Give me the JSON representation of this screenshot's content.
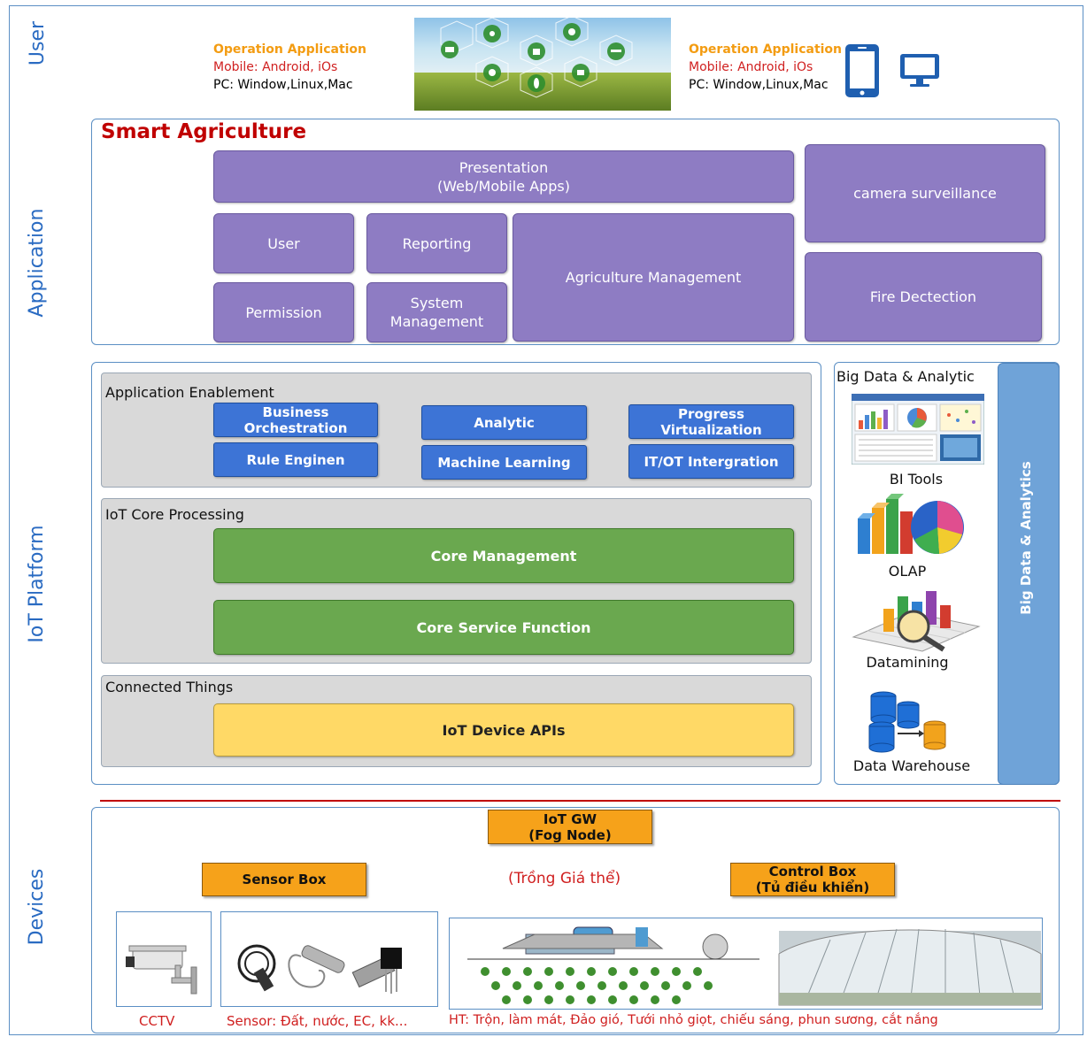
{
  "layers": {
    "user": "User",
    "application": "Application",
    "iot_platform": "IoT Platform",
    "devices": "Devices"
  },
  "user_layer": {
    "left": {
      "title": "Operation Application",
      "mobile": "Mobile: Android, iOs",
      "pc": "PC: Window,Linux,Mac"
    },
    "right": {
      "title": "Operation Application",
      "mobile": "Mobile: Android, iOs",
      "pc": "PC: Window,Linux,Mac"
    }
  },
  "application_layer": {
    "title": "Smart Agriculture",
    "presentation": "Presentation\n(Web/Mobile Apps)",
    "user": "User",
    "reporting": "Reporting",
    "permission": "Permission",
    "system_management": "System\nManagement",
    "agriculture_management": "Agriculture Management",
    "camera_surveillance": "camera surveillance",
    "fire_detection": "Fire Dectection"
  },
  "platform_layer": {
    "app_enablement": {
      "title": "Application Enablement",
      "business_orchestration": "Business\nOrchestration",
      "analytic": "Analytic",
      "progress_virtualization": "Progress\nVirtualization",
      "rule_engine": "Rule Enginen",
      "machine_learning": "Machine Learning",
      "it_ot_integration": "IT/OT Intergration"
    },
    "core_processing": {
      "title": "IoT Core Processing",
      "core_management": "Core Management",
      "core_service_function": "Core Service Function"
    },
    "connected_things": {
      "title": "Connected Things",
      "device_apis": "IoT Device APIs"
    },
    "big_data": {
      "title": "Big Data & Analytic",
      "side_label": "Big Data & Analytics",
      "bi_tools": "BI Tools",
      "olap": "OLAP",
      "datamining": "Datamining",
      "data_warehouse": "Data Warehouse"
    }
  },
  "devices_layer": {
    "iot_gw": "IoT GW\n(Fog Node)",
    "sensor_box": "Sensor Box",
    "planting_media": "(Trồng Giá thể)",
    "control_box": "Control Box\n(Tủ điều khiển)",
    "cctv": "CCTV",
    "sensor_caption": "Sensor: Đất, nước, EC, kk...",
    "system_caption": "HT: Trộn, làm mát, Đảo gió, Tưới nhỏ giọt, chiếu sáng, phun sương, cắt nắng"
  },
  "colors": {
    "accent_blue": "#2a6bc2",
    "purple": "#8e7cc3",
    "button_blue": "#3d74d6",
    "green": "#6aa84f",
    "yellow": "#ffd966",
    "orange": "#f6a21a",
    "red": "#d02020"
  }
}
